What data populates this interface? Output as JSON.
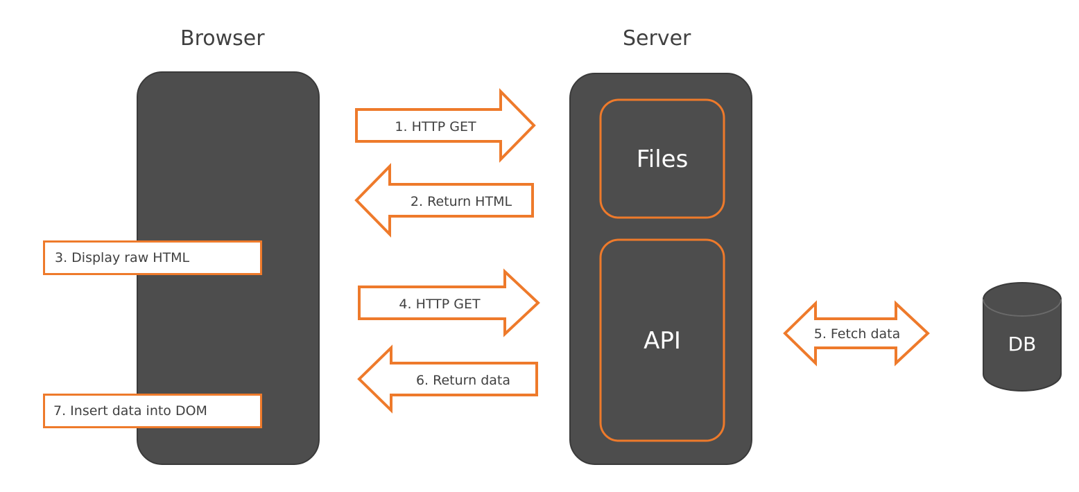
{
  "titles": {
    "browser": "Browser",
    "server": "Server"
  },
  "server_components": {
    "files": "Files",
    "api": "API"
  },
  "db_label": "DB",
  "steps": {
    "s1": "1. HTTP GET",
    "s2": "2. Return HTML",
    "s3": "3. Display raw HTML",
    "s4": "4. HTTP GET",
    "s5": "5. Fetch data",
    "s6": "6. Return data",
    "s7": "7. Insert data into DOM"
  },
  "colors": {
    "box_fill": "#4d4d4d",
    "box_stroke": "#3a3a3a",
    "accent": "#ee7a2b",
    "text": "#404040"
  }
}
